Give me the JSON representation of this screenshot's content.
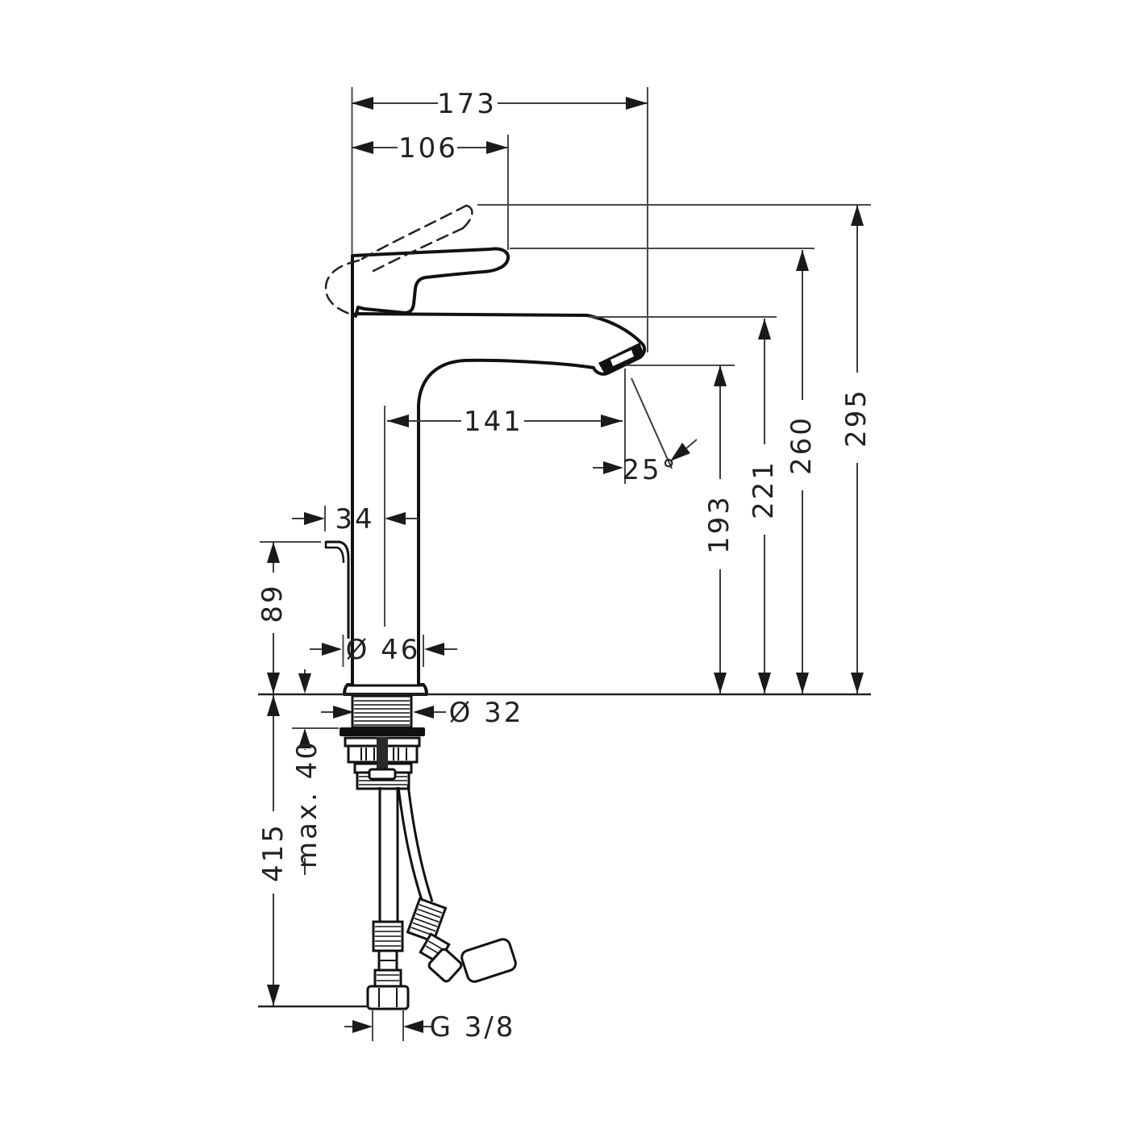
{
  "drawing": {
    "background": "#ffffff",
    "line_color": "#3c3c3c",
    "outline_color": "#111111",
    "dims": {
      "total_width": "173",
      "handle_reach": "106",
      "spout_reach": "141",
      "handle_overhang": "34",
      "popup_rod_height": "89",
      "base_diameter": "Ø 46",
      "shank_diameter": "Ø 32",
      "stream_angle": "25°",
      "outlet_height": "193",
      "spout_height": "221",
      "handle_closed_height": "260",
      "handle_open_height": "295",
      "max_deck_thickness": "max. 40",
      "hose_length": "415",
      "connection_thread": "G 3/8"
    }
  }
}
